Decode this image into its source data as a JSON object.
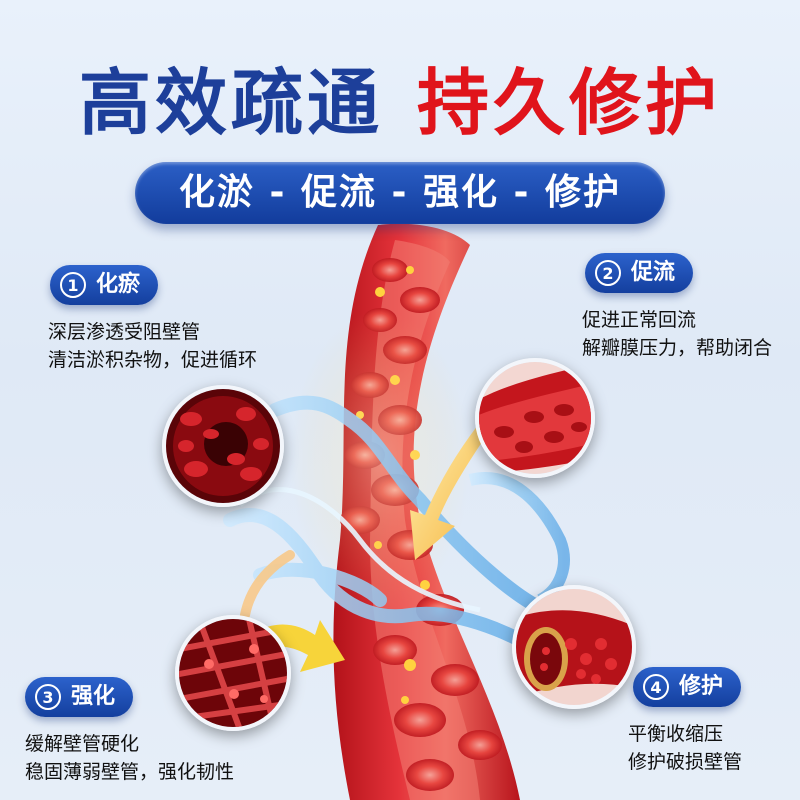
{
  "headline": {
    "part1": "高效疏通",
    "part2": "持久修护"
  },
  "subtitle": "化淤 - 促流 - 强化 - 修护",
  "features": [
    {
      "num": "1",
      "title": "化瘀",
      "lines": [
        "深层渗透受阻壁管",
        "清洁淤积杂物，促进循环"
      ]
    },
    {
      "num": "2",
      "title": "促流",
      "lines": [
        "促进正常回流",
        "解瓣膜压力，帮助闭合"
      ]
    },
    {
      "num": "3",
      "title": "强化",
      "lines": [
        "缓解壁管硬化",
        "稳固薄弱壁管，强化韧性"
      ]
    },
    {
      "num": "4",
      "title": "修护",
      "lines": [
        "平衡收缩压",
        "修护破损壁管"
      ]
    }
  ],
  "colors": {
    "blue": "#1d3f9a",
    "red": "#e0141b",
    "badge": "#1a47ad"
  }
}
